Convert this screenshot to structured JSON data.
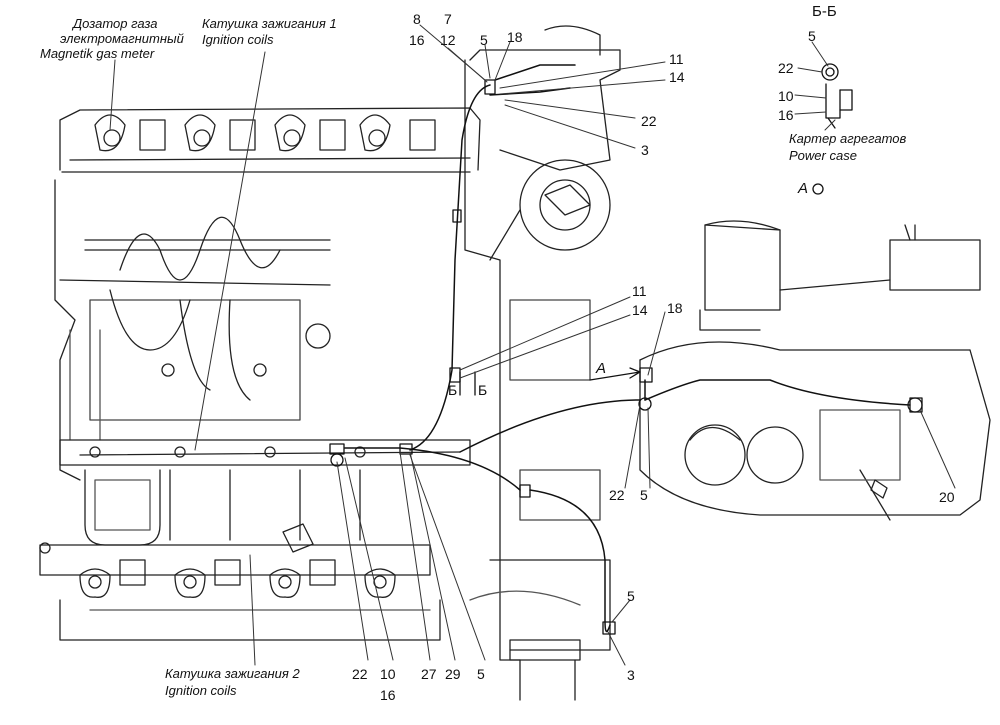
{
  "callouts": {
    "gas_meter_ru_1": "Дозатор газа",
    "gas_meter_ru_2": "электромагнитный",
    "gas_meter_en": "Magnetik gas meter",
    "coil1_ru": "Катушка зажигания 1",
    "coil1_en": "Ignition coils",
    "coil2_ru": "Катушка зажигания 2",
    "coil2_en": "Ignition coils",
    "power_case_ru": "Картер агрегатов",
    "power_case_en": "Power case"
  },
  "section": {
    "title": "Б-Б",
    "view_a": "А",
    "view_a_top": "А",
    "cut_left": "Б",
    "cut_right": "Б"
  },
  "positions": {
    "p8": "8",
    "p7": "7",
    "p16a": "16",
    "p12": "12",
    "p5a": "5",
    "p18a": "18",
    "p11a": "11",
    "p14a": "14",
    "p22a": "22",
    "p3a": "3",
    "bb5": "5",
    "bb22": "22",
    "bb10": "10",
    "bb16": "16",
    "p11b": "11",
    "p14b": "14",
    "p18b": "18",
    "p22b": "22",
    "p5b": "5",
    "p20": "20",
    "p5c": "5",
    "p3b": "3",
    "p22c": "22",
    "p10": "10",
    "p16c": "16",
    "p27": "27",
    "p29": "29",
    "p5d": "5"
  }
}
